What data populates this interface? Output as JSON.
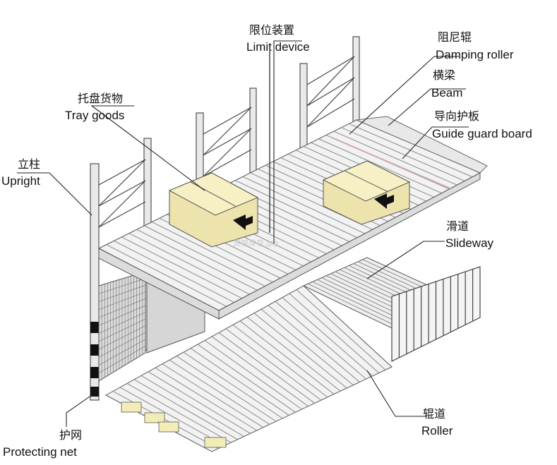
{
  "labels": {
    "limit_device": {
      "zh": "限位装置",
      "en": "Limit device"
    },
    "damping_roller": {
      "zh": "阻尼辊",
      "en": "Damping roller"
    },
    "beam": {
      "zh": "横梁",
      "en": "Beam"
    },
    "tray_goods": {
      "zh": "托盘货物",
      "en": "Tray goods"
    },
    "guide_guard_board": {
      "zh": "导向护板",
      "en": "Guide guard board"
    },
    "upright": {
      "zh": "立柱",
      "en": "Upright"
    },
    "slideway": {
      "zh": "滑道",
      "en": "Slideway"
    },
    "roller": {
      "zh": "辊道",
      "en": "Roller"
    },
    "protecting_net": {
      "zh": "护网",
      "en": "Protecting net"
    }
  },
  "watermark": "货架库存.jpg"
}
